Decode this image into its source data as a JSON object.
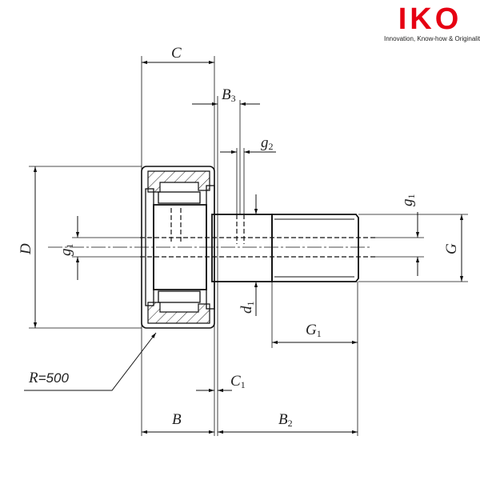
{
  "logo": {
    "mark": "IKO",
    "tagline": "Innovation, Know-how & Originality",
    "color": "#e60012"
  },
  "labels": {
    "C": "C",
    "B3": {
      "main": "B",
      "sub": "3"
    },
    "g2": {
      "main": "g",
      "sub": "2"
    },
    "D": "D",
    "g1_left": {
      "main": "g",
      "sub": "1"
    },
    "d1": {
      "main": "d",
      "sub": "1"
    },
    "g1_right": {
      "main": "g",
      "sub": "1"
    },
    "G": "G",
    "G1": {
      "main": "G",
      "sub": "1"
    },
    "R": {
      "main": "R",
      "value": "=500"
    },
    "C1": {
      "main": "C",
      "sub": "1"
    },
    "B": "B",
    "B2": {
      "main": "B",
      "sub": "2"
    }
  }
}
